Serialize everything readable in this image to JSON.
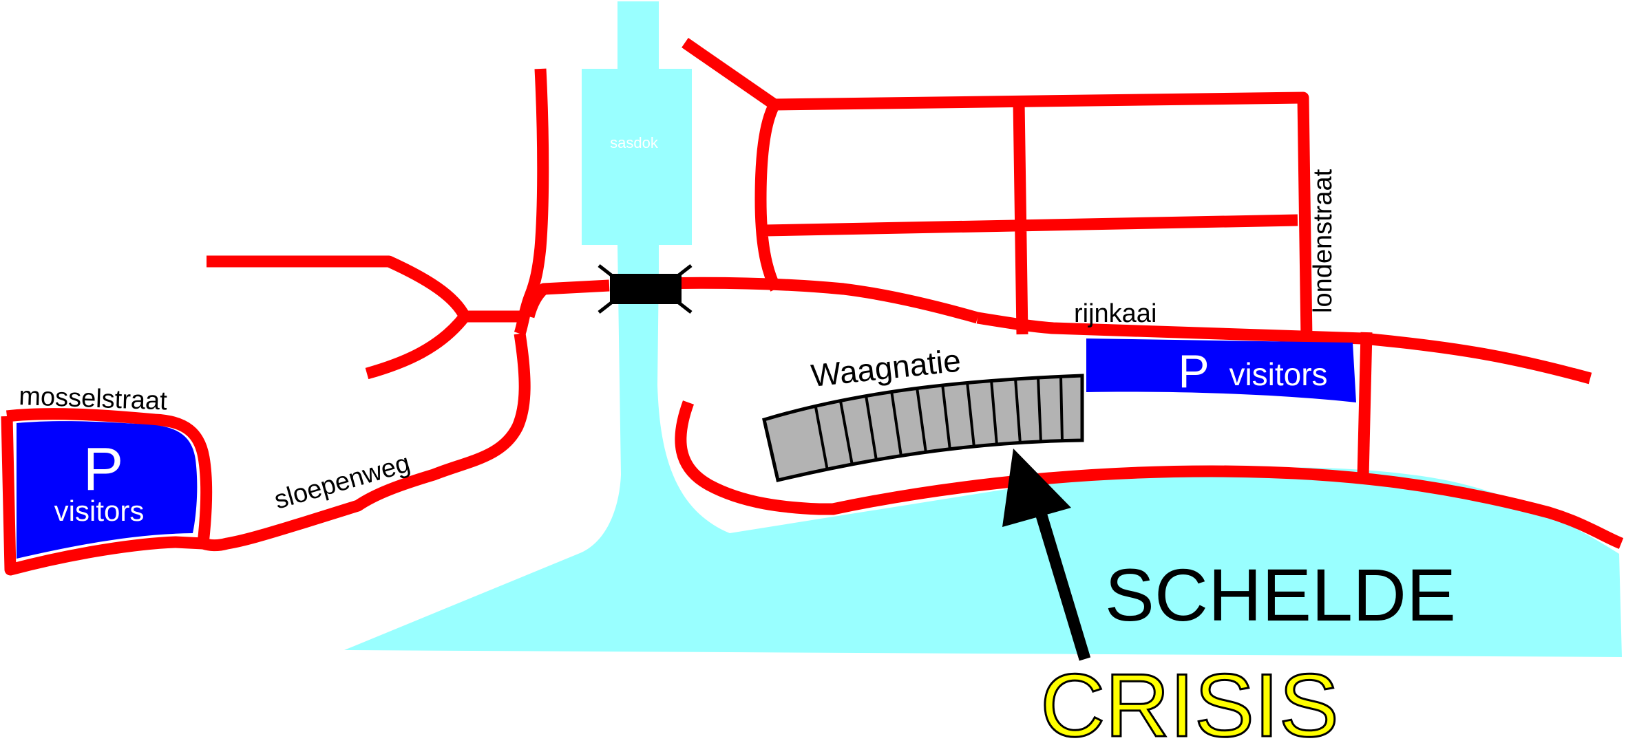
{
  "colors": {
    "road": "#ff0000",
    "water": "#99ffff",
    "parking": "#0000ff",
    "building": "#b3b3b3",
    "crisis": "#ffff00",
    "outline": "#000000",
    "background": "#ffffff"
  },
  "water": {
    "dock_label": "sasdok",
    "river_label": "SCHELDE"
  },
  "streets": {
    "mosselstraat": "mosselstraat",
    "sloepenweg": "sloepenweg",
    "rijnkaai": "rijnkaai",
    "londenstraat": "londenstraat"
  },
  "parking": {
    "west": {
      "symbol": "P",
      "label": "visitors"
    },
    "east": {
      "symbol": "P",
      "label": "visitors"
    }
  },
  "building": {
    "label": "Waagnatie"
  },
  "bridge": {
    "icon": "bridge-icon"
  },
  "marker": {
    "label": "CRISIS",
    "icon": "arrow-up-icon"
  }
}
